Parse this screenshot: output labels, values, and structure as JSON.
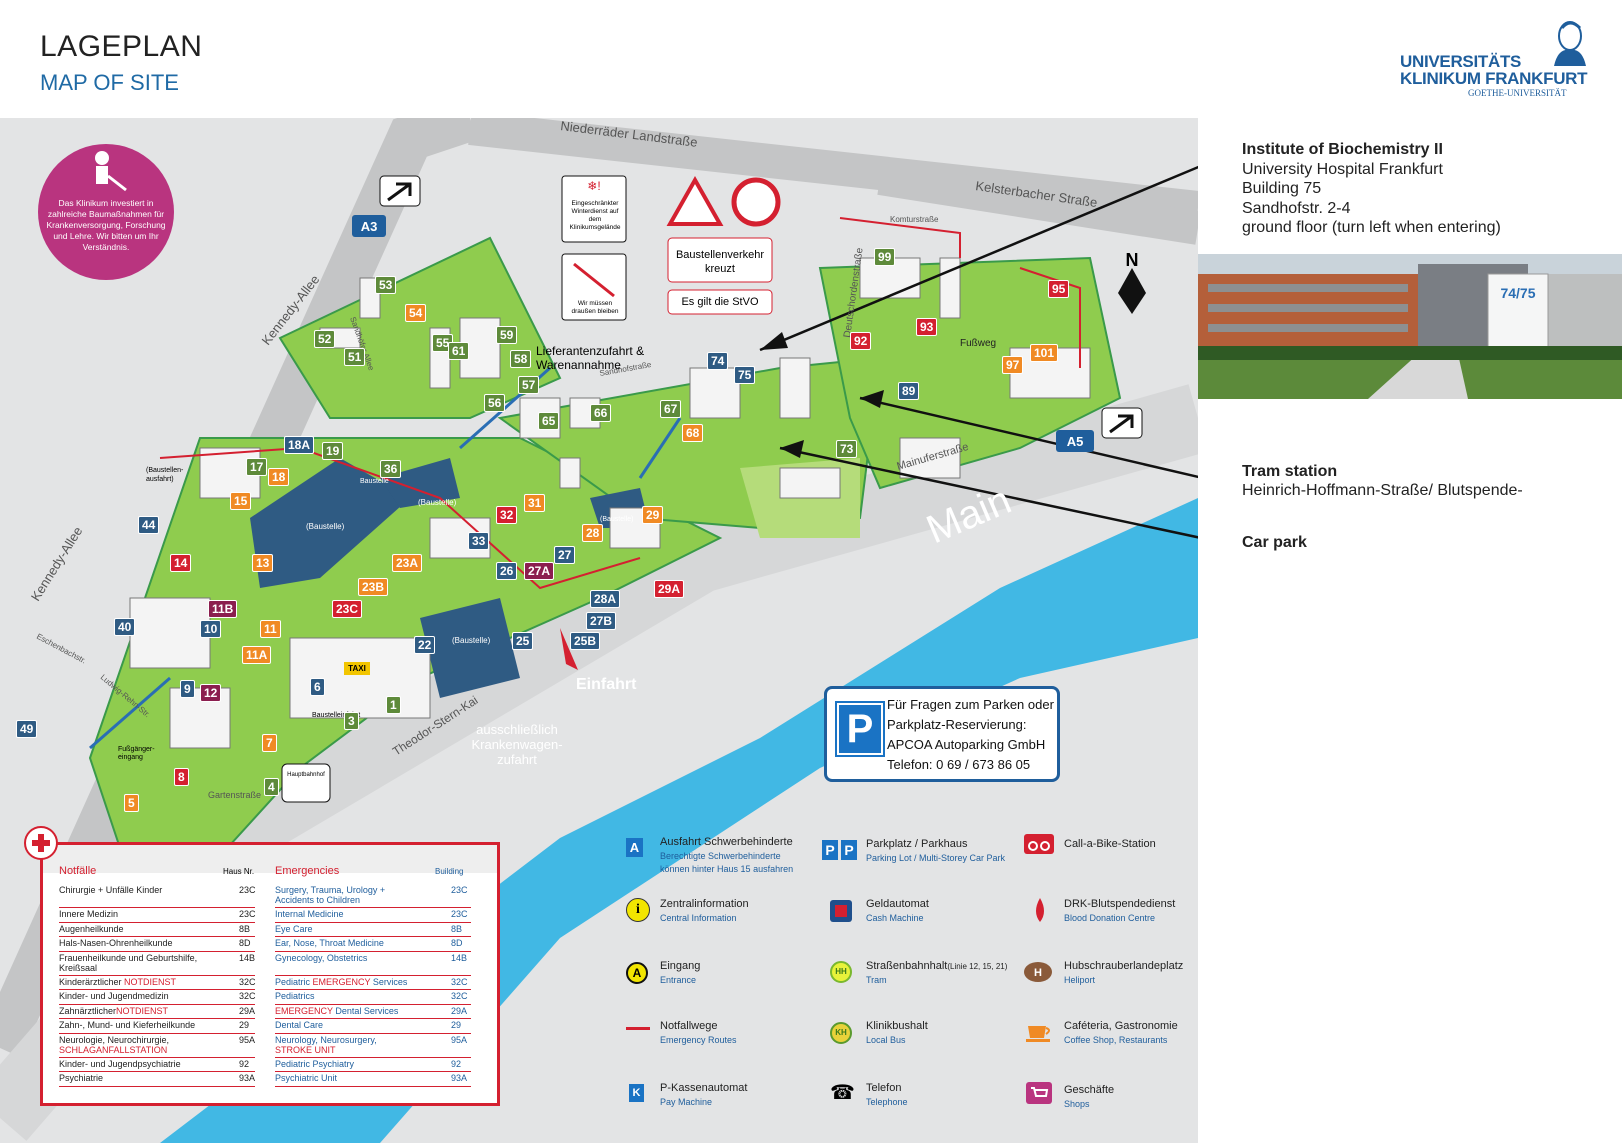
{
  "header": {
    "title": "LAGEPLAN",
    "subtitle": "MAP OF SITE",
    "logo_line1": "UNIVERSITÄTS",
    "logo_line2": "KLINIKUM FRANKFURT",
    "logo_line3": "GOETHE-UNIVERSITÄT"
  },
  "info_panel": {
    "institute": "Institute of Biochemistry II",
    "hospital": "University Hospital Frankfurt",
    "building": "Building 75",
    "street": "Sandhofstr. 2-4",
    "floor": "ground floor (turn left when entering)",
    "photo_sign": "74/75",
    "tram_title": "Tram station",
    "tram_stop": "Heinrich-Hoffmann-Straße/ Blutspende-",
    "car_park": "Car park"
  },
  "map": {
    "streets": {
      "niederrad": "Niederräder Landstraße",
      "kelsterbach": "Kelsterbacher Straße",
      "kennedy1": "Kennedy-Allee",
      "kennedy2": "Kennedy-Allee",
      "sandhofstr": "Sandhofstraße",
      "mainufer": "Mainuferstraße",
      "theodor": "Theodor-Stern-Kai",
      "garten": "Gartenstraße",
      "deutschorden": "Deutschordenstraße",
      "komtur": "Komturstraße",
      "eschenbach": "Eschenbachstr.",
      "ludwig": "Ludwig-Rehn-Str.",
      "fussweg": "Fußweg",
      "sandhoefer": "Sandhöfer Allee"
    },
    "river": "Main",
    "construction_note": "Das Klinikum investiert in zahlreiche Baumaßnahmen für Krankenversorgung, Forschung und Lehre. Wir bitten um Ihr Verständnis.",
    "signs": {
      "winter": "Eingeschränkter Winterdienst auf dem Klinikumsgelände",
      "dogs": "Wir müssen draußen bleiben",
      "traffic": "Baustellenverkehr kreuzt",
      "stvo": "Es gilt die StVO",
      "delivery": "Lieferantenzufahrt & Warenannahme",
      "entrance": "Einfahrt",
      "ambulance": "ausschließlich Krankenwagen-zufahrt",
      "exit": "(Baustellen-ausfahrt)",
      "hbf": "Hauptbahnhof",
      "baustelle": "(Baustelle)",
      "baustelle_short": "Baustelle",
      "fussgaenger": "Fußgänger-eingang",
      "baustelleinfahrt": "Baustelleinfahrt",
      "taxi": "TAXI",
      "north": "N"
    },
    "highways": {
      "a3": "A3",
      "a5": "A5"
    },
    "buildings": {
      "b53": "53",
      "b54": "54",
      "b55": "55",
      "b52": "52",
      "b51": "51",
      "b61": "61",
      "b59": "59",
      "b58": "58",
      "b57": "57",
      "b56": "56",
      "b65": "65",
      "b66": "66",
      "b67": "67",
      "b68": "68",
      "b74": "74",
      "b75": "75",
      "b73": "73",
      "b89": "89",
      "b92": "92",
      "b93": "93",
      "b95": "95",
      "b97": "97",
      "b99": "99",
      "b101": "101",
      "b18a": "18A",
      "b19": "19",
      "b17": "17",
      "b18": "18",
      "b36": "36",
      "b15": "15",
      "b44": "44",
      "b14": "14",
      "b13": "13",
      "b40": "40",
      "b10": "10",
      "b11b": "11B",
      "b11": "11",
      "b11a": "11A",
      "b9": "9",
      "b12": "12",
      "b6": "6",
      "b3": "3",
      "b1": "1",
      "b7": "7",
      "b8": "8",
      "b4": "4",
      "b5": "5",
      "b49": "49",
      "b23a": "23A",
      "b23b": "23B",
      "b23c": "23C",
      "b22": "22",
      "b32": "32",
      "b31": "31",
      "b33": "33",
      "b26": "26",
      "b27a": "27A",
      "b27": "27",
      "b28": "28",
      "b28a": "28A",
      "b27b": "27B",
      "b25": "25",
      "b25b": "25B",
      "b29": "29",
      "b29a": "29A"
    },
    "parking_box": {
      "line1": "Für Fragen zum Parken oder",
      "line2": "Parkplatz-Reservierung:",
      "line3": "APCOA Autoparking GmbH",
      "line4": "Telefon: 0 69 / 673 86 05",
      "symbol": "P"
    }
  },
  "emergencies": {
    "title_de": "Notfälle",
    "col_de": "Haus Nr.",
    "title_en": "Emergencies",
    "col_en": "Building",
    "rows_de": [
      {
        "label": "Chirurgie + Unfälle Kinder",
        "no": "23C"
      },
      {
        "label": "Innere Medizin",
        "no": "23C"
      },
      {
        "label": "Augenheilkunde",
        "no": "8B"
      },
      {
        "label": "Hals-Nasen-Ohrenheilkunde",
        "no": "8D"
      },
      {
        "label": "Frauenheilkunde und Geburtshilfe,",
        "label2": "Kreißsaal",
        "no": "14B"
      },
      {
        "label": "Kinderärztlicher ",
        "red": "NOTDIENST",
        "no": "32C"
      },
      {
        "label": "Kinder- und Jugendmedizin",
        "no": "32C"
      },
      {
        "label": "Zahnärztlicher",
        "red": "NOTDIENST",
        "no": "29A"
      },
      {
        "label": "Zahn-, Mund- und Kieferheilkunde",
        "no": "29"
      },
      {
        "label": "Neurologie, Neurochirurgie,",
        "label2red": "SCHLAGANFALLSTATION",
        "no": "95A"
      },
      {
        "label": "Kinder- und Jugendpsychiatrie",
        "no": "92"
      },
      {
        "label": "Psychiatrie",
        "no": "93A"
      }
    ],
    "rows_en": [
      {
        "label": "Surgery, Trauma, Urology +",
        "label2": "Accidents to Children",
        "no": "23C"
      },
      {
        "label": "Internal Medicine",
        "no": "23C"
      },
      {
        "label": "Eye Care",
        "no": "8B"
      },
      {
        "label": "Ear, Nose, Throat Medicine",
        "no": "8D"
      },
      {
        "label": "Gynecology, Obstetrics",
        "no": "14B"
      },
      {
        "label": "Pediatric ",
        "red": "EMERGENCY",
        "label_after": " Services",
        "no": "32C"
      },
      {
        "label": "Pediatrics",
        "no": "32C"
      },
      {
        "red_first": "EMERGENCY",
        "label_after": " Dental Services",
        "no": "29A"
      },
      {
        "label": "Dental Care",
        "no": "29"
      },
      {
        "label": "Neurology, Neurosurgery,",
        "label2red": "STROKE UNIT",
        "no": "95A"
      },
      {
        "label": "Pediatric Psychiatry",
        "no": "92"
      },
      {
        "label": "Psychiatric Unit",
        "no": "93A"
      }
    ]
  },
  "legend": {
    "exit_disabled": {
      "t1": "Ausfahrt Schwerbehinderte",
      "t2": "Berechtigte Schwerbehinderte",
      "t3": "können hinter Haus 15 ausfahren",
      "icon": "A"
    },
    "info": {
      "t1": "Zentralinformation",
      "t2": "Central Information",
      "icon": "i"
    },
    "entrance": {
      "t1": "Eingang",
      "t2": "Entrance",
      "icon": "A"
    },
    "emergency_routes": {
      "t1": "Notfallwege",
      "t2": "Emergency Routes"
    },
    "paykiosk": {
      "t1": "P-Kassenautomat",
      "t2": "Pay Machine",
      "icon": "K"
    },
    "parking": {
      "t1": "Parkplatz / Parkhaus",
      "t2": "Parking Lot / Multi-Storey Car Park",
      "icon": "P"
    },
    "atm": {
      "t1": "Geldautomat",
      "t2": "Cash Machine"
    },
    "tram": {
      "t1": "Straßenbahnhalt",
      "t1b": "(Linie 12, 15, 21)",
      "t2": "Tram",
      "icon": "HH"
    },
    "bus": {
      "t1": "Klinikbushalt",
      "t2": "Local Bus",
      "icon": "KH"
    },
    "phone": {
      "t1": "Telefon",
      "t2": "Telephone"
    },
    "bike": {
      "t1": "Call-a-Bike-Station"
    },
    "blood": {
      "t1": "DRK-Blutspendedienst",
      "t2": "Blood Donation Centre"
    },
    "heli": {
      "t1": "Hubschrauberlandeplatz",
      "t2": "Heliport"
    },
    "cafe": {
      "t1": "Caféteria, Gastronomie",
      "t2": "Coffee Shop, Restaurants"
    },
    "shops": {
      "t1": "Geschäfte",
      "t2": "Shops"
    }
  },
  "colors": {
    "river": "#41b8e4",
    "green": "#8fcc4e",
    "green_light": "#b5dc7a",
    "road": "#c9c9c9",
    "blue_box": "#1f5e9c",
    "red": "#d42030",
    "orange": "#f08a24",
    "magenta": "#b9347f",
    "navy": "#2f5b83"
  }
}
